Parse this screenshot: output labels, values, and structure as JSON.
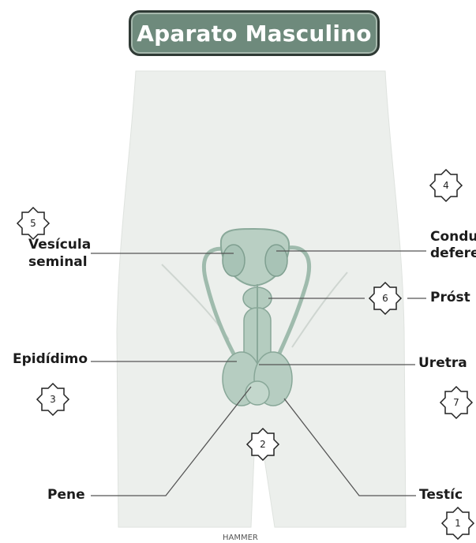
{
  "title": "Aparato Masculino",
  "colors": {
    "title_bg": "#6e8a7c",
    "title_border": "#2f3a35",
    "body_silhouette": "#ecefec",
    "organ": "#b9cfc3",
    "leader_line": "#555555"
  },
  "labels": {
    "vesicula_line1": "Vesícula",
    "vesicula_line2": "seminal",
    "conducto_line1": "Condu",
    "conducto_line2": "defere",
    "prostata": "Próst",
    "epididimo": "Epidídimo",
    "uretra": "Uretra",
    "pene": "Pene",
    "testiculo": "Testíc"
  },
  "markers": {
    "m1": "1",
    "m2": "2",
    "m3": "3",
    "m4": "4",
    "m5": "5",
    "m6": "6",
    "m7": "7"
  },
  "caption": "HAMMER"
}
